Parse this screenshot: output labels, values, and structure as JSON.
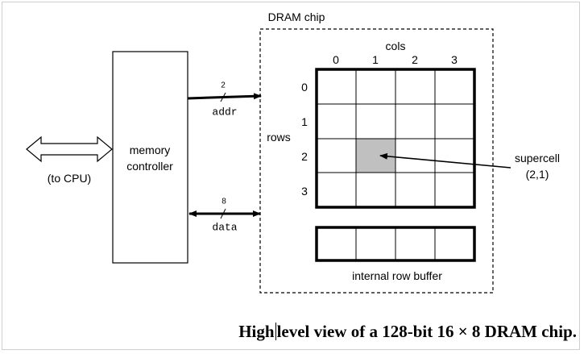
{
  "diagram": {
    "dram_chip_label": "DRAM chip",
    "memory_controller_line1": "memory",
    "memory_controller_line2": "controller",
    "cpu_label": "(to CPU)",
    "addr_label": "addr",
    "addr_width": "2",
    "data_label": "data",
    "data_width": "8",
    "cols_label": "cols",
    "rows_label": "rows",
    "col_indices": [
      "0",
      "1",
      "2",
      "3"
    ],
    "row_indices": [
      "0",
      "1",
      "2",
      "3"
    ],
    "supercell_label": "supercell",
    "supercell_coords": "(2,1)",
    "row_buffer_label": "internal row buffer",
    "highlight_color": "#c0c0c0"
  },
  "caption": {
    "part1": "High",
    "part2": "level view of a 128-bit 16 × 8 DRAM chip."
  }
}
